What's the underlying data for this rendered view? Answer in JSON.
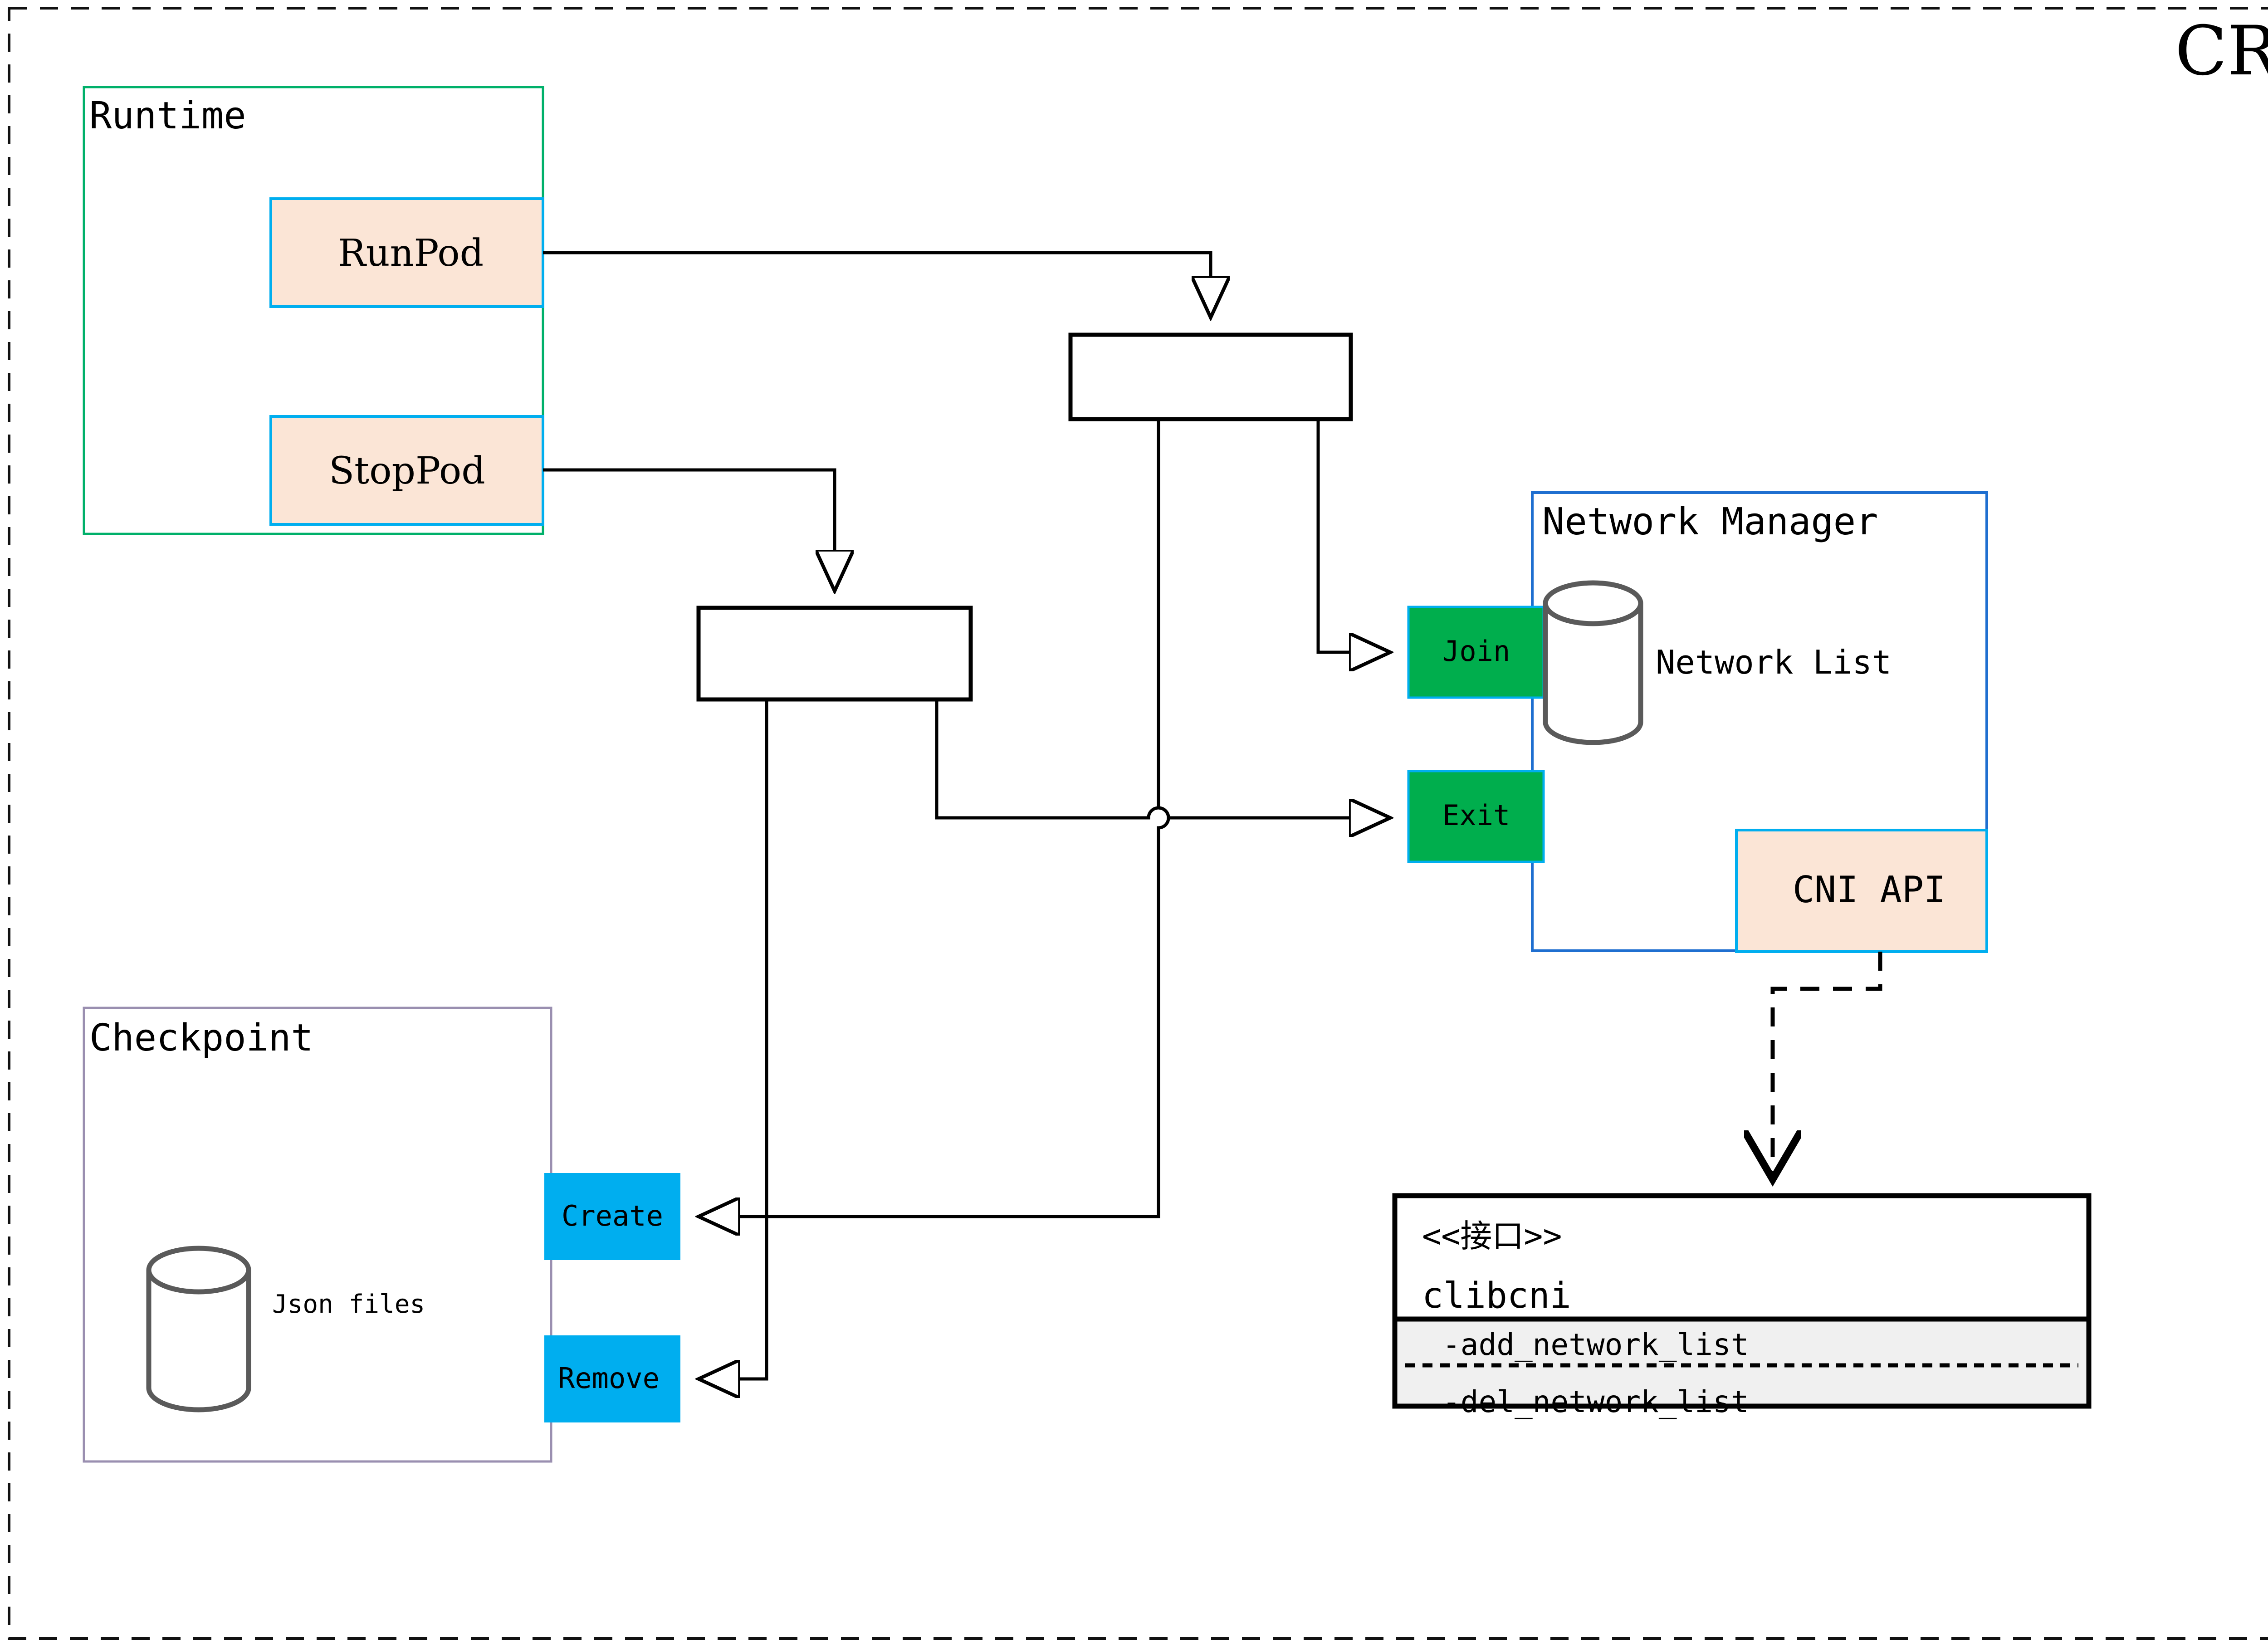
{
  "diagram": {
    "title": "CRI",
    "title_color": "#8a6d0b",
    "outer_border_style": "dashed",
    "palette": {
      "green_fill": "#00AE4D",
      "cyan_fill": "#00AEEF",
      "peach_fill": "#FBE5D6",
      "cyan_stroke": "#00AEEF",
      "green_stroke": "#00B06A",
      "purple_stroke": "#9a8fb0",
      "blue_stroke": "#1f6fd0",
      "gray_cylinder": "#5a5a5a",
      "method_panel_fill": "#f0f0f0",
      "line_color": "#000000"
    },
    "groups": [
      {
        "id": "runtime",
        "label": "Runtime",
        "border": "#00B06A"
      },
      {
        "id": "checkpoint",
        "label": "Checkpoint",
        "border": "#9a8fb0"
      },
      {
        "id": "netmgr",
        "label": "Network Manager",
        "border": "#1f6fd0"
      }
    ],
    "nodes": [
      {
        "id": "runpod",
        "label": "RunPod",
        "kind": "peach-box"
      },
      {
        "id": "stoppod",
        "label": "StopPod",
        "kind": "peach-box"
      },
      {
        "id": "cniapi",
        "label": "CNI API",
        "kind": "peach-box"
      },
      {
        "id": "join",
        "label": "Join",
        "kind": "green-box"
      },
      {
        "id": "exit",
        "label": "Exit",
        "kind": "green-box"
      },
      {
        "id": "create",
        "label": "Create",
        "kind": "cyan-box"
      },
      {
        "id": "remove",
        "label": "Remove",
        "kind": "cyan-box"
      },
      {
        "id": "bar_top",
        "label": "",
        "kind": "connector-bar"
      },
      {
        "id": "bar_bottom",
        "label": "",
        "kind": "connector-bar"
      }
    ],
    "cylinders": [
      {
        "id": "network-list",
        "label": "Network List"
      },
      {
        "id": "json-files",
        "label": "Json files"
      }
    ],
    "interface": {
      "stereotype": "<<接口>>",
      "name": "clibcni",
      "methods": [
        "-add_network_list",
        "-del_network_list"
      ]
    }
  }
}
